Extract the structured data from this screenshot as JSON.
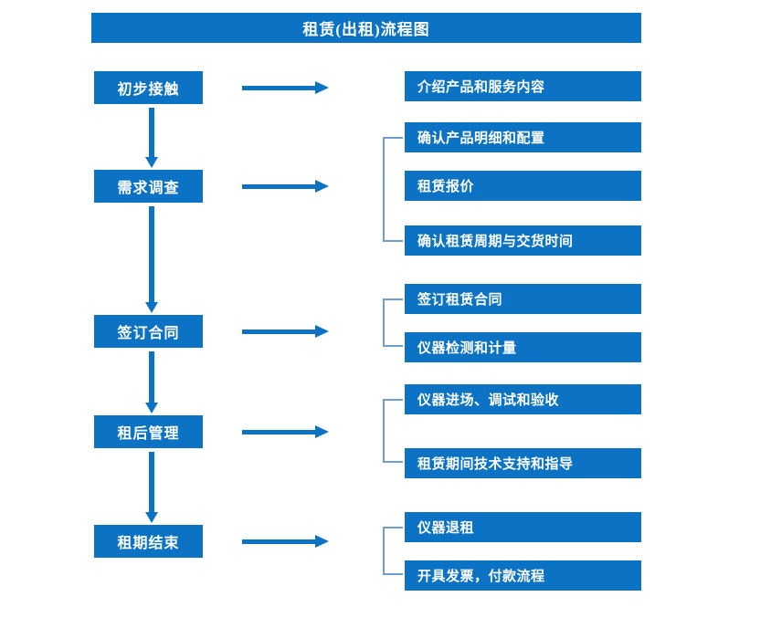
{
  "title": "租赁(出租)流程图",
  "colors": {
    "box_fill": "#0b72c4",
    "box_text": "#ffffff",
    "arrow": "#0b72c4",
    "bracket": "#6f9fd0",
    "background": "#ffffff"
  },
  "stages": [
    {
      "label": "初步接触"
    },
    {
      "label": "需求调查"
    },
    {
      "label": "签订合同"
    },
    {
      "label": "租后管理"
    },
    {
      "label": "租期结束"
    }
  ],
  "details": [
    {
      "label": "介绍产品和服务内容"
    },
    {
      "label": "确认产品明细和配置"
    },
    {
      "label": "租赁报价"
    },
    {
      "label": "确认租赁周期与交货时间"
    },
    {
      "label": "签订租赁合同"
    },
    {
      "label": "仪器检测和计量"
    },
    {
      "label": "仪器进场、调试和验收"
    },
    {
      "label": "租赁期间技术支持和指导"
    },
    {
      "label": "仪器退租"
    },
    {
      "label": "开具发票，付款流程"
    }
  ],
  "groups": [
    {
      "stage": "需求调查",
      "detail_labels": [
        "确认产品明细和配置",
        "租赁报价",
        "确认租赁周期与交货时间"
      ]
    },
    {
      "stage": "签订合同",
      "detail_labels": [
        "签订租赁合同",
        "仪器检测和计量"
      ]
    },
    {
      "stage": "租后管理",
      "detail_labels": [
        "仪器进场、调试和验收",
        "租赁期间技术支持和指导"
      ]
    },
    {
      "stage": "租期结束",
      "detail_labels": [
        "仪器退租",
        "开具发票，付款流程"
      ]
    }
  ]
}
